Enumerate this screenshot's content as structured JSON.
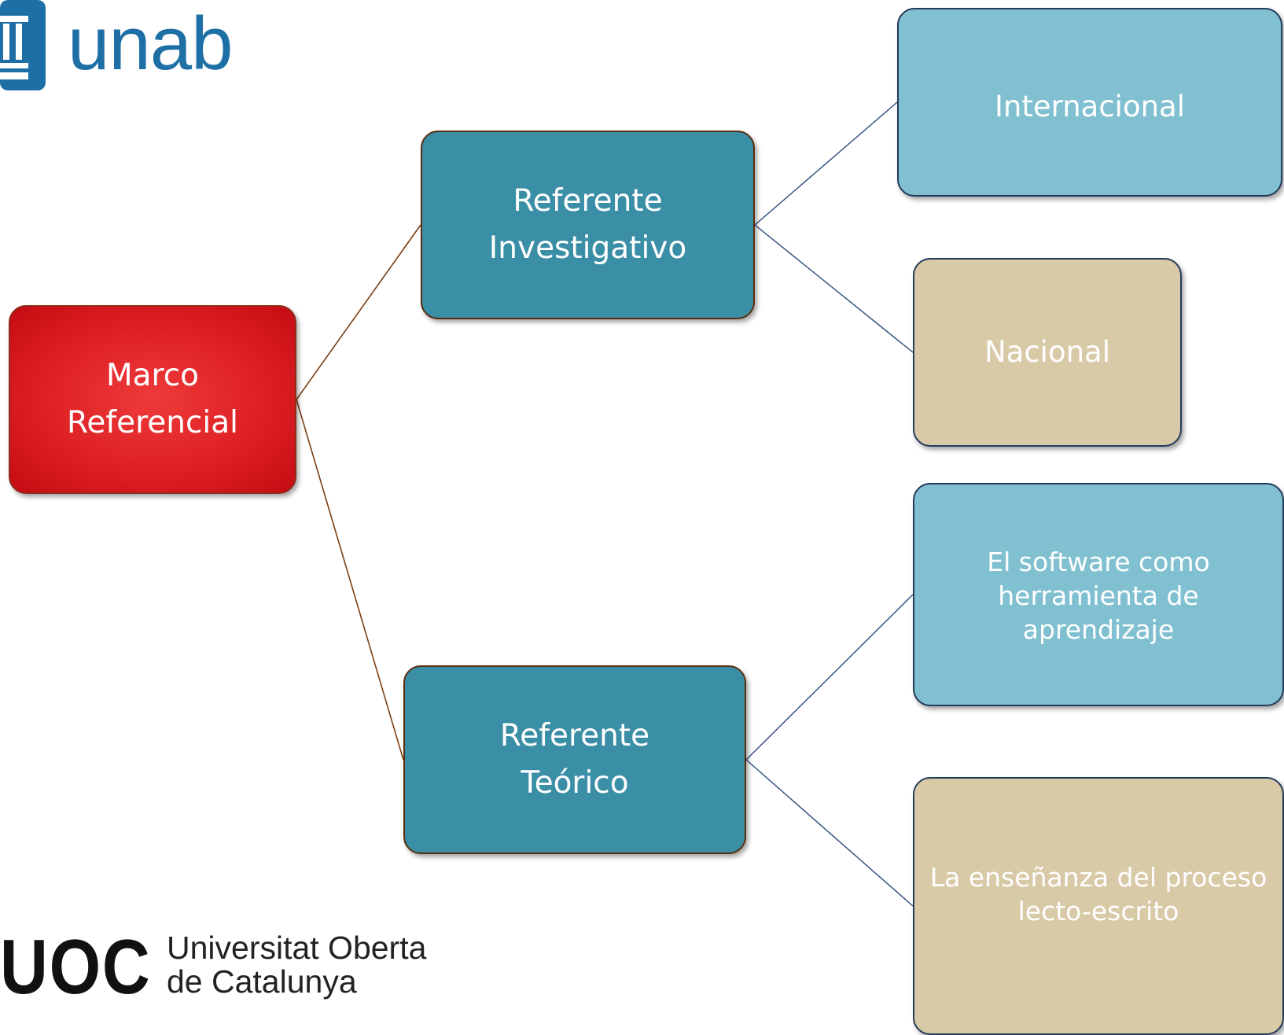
{
  "diagram": {
    "root": {
      "label": "Marco\nReferencial"
    },
    "branches": [
      {
        "label": "Referente\nInvestigativo",
        "children": [
          {
            "label": "Internacional"
          },
          {
            "label": "Nacional"
          }
        ]
      },
      {
        "label": "Referente\nTeórico",
        "children": [
          {
            "label": "El software como\nherramienta de\naprendizaje"
          },
          {
            "label": "La enseñanza del proceso\nlecto-escrito"
          }
        ]
      }
    ]
  },
  "logos": {
    "unab": {
      "text": "unab"
    },
    "uoc": {
      "mark": "UOC",
      "name": "Universitat Oberta\nde Catalunya"
    }
  },
  "colors": {
    "root": "#de2024",
    "branch": "#3a8ea5",
    "leaf_blue": "#80c0d1",
    "leaf_tan": "#d9caa7",
    "connector_brown": "#7a3f12",
    "connector_navy": "#2c4a78",
    "unab_blue": "#1e6fa5"
  }
}
